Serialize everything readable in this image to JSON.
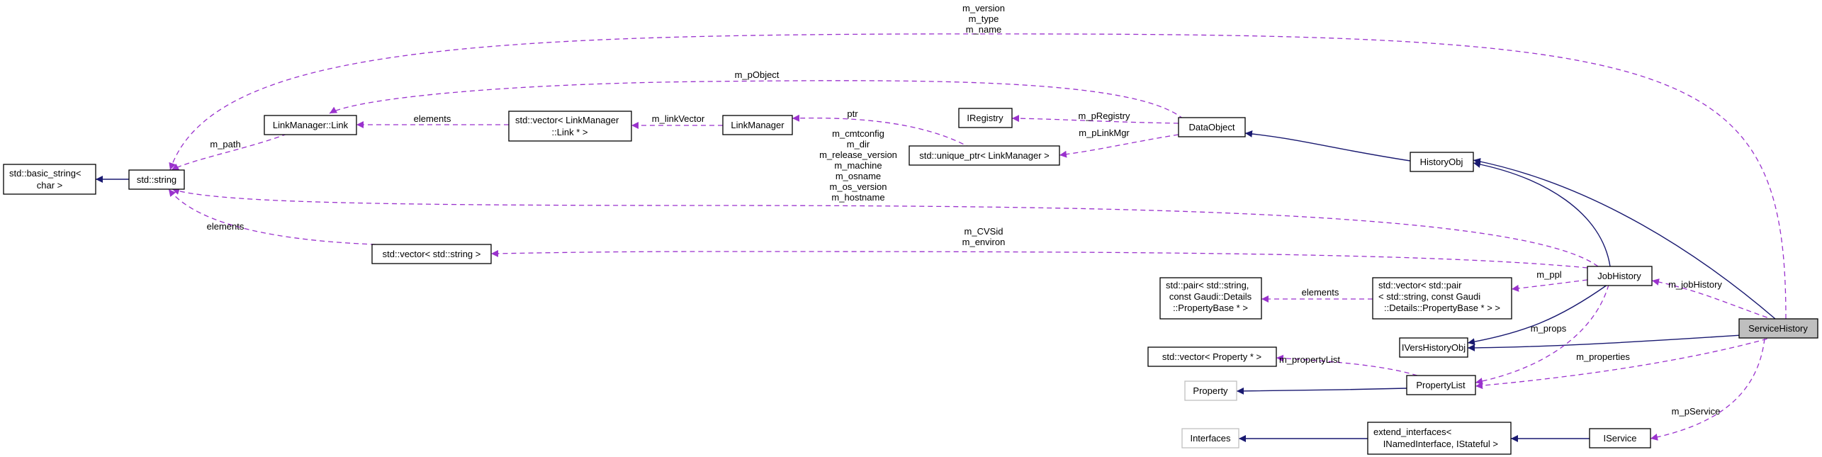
{
  "colors": {
    "inheritance": "#191970",
    "usage": "#9a32cd",
    "highlight_fill": "#bfbfbf",
    "faded_border": "#bfbfbf"
  },
  "nodes": {
    "basic_string": [
      "std::basic_string<",
      "char >"
    ],
    "std_string": [
      "std::string"
    ],
    "linkmanager_link": [
      "LinkManager::Link"
    ],
    "vector_link": [
      "std::vector< LinkManager",
      "::Link * >"
    ],
    "linkmanager": [
      "LinkManager"
    ],
    "unique_ptr": [
      "std::unique_ptr< LinkManager >"
    ],
    "iregistry": [
      "IRegistry"
    ],
    "dataobject": [
      "DataObject"
    ],
    "historyobj": [
      "HistoryObj"
    ],
    "vector_string": [
      "std::vector< std::string >"
    ],
    "pair": [
      "std::pair< std::string,",
      "const Gaudi::Details",
      "::PropertyBase * >"
    ],
    "vector_pair": [
      "std::vector< std::pair",
      "< std::string, const Gaudi",
      "::Details::PropertyBase * > >"
    ],
    "jobhistory": [
      "JobHistory"
    ],
    "iverhistoryobj": [
      "IVersHistoryObj"
    ],
    "vector_property": [
      "std::vector< Property * >"
    ],
    "property": [
      "Property"
    ],
    "propertylist": [
      "PropertyList"
    ],
    "interfaces": [
      "Interfaces"
    ],
    "extend_interfaces": [
      "extend_interfaces<",
      " INamedInterface, IStateful >"
    ],
    "iservice": [
      "IService"
    ],
    "servicehistory": [
      "ServiceHistory"
    ]
  },
  "edge_labels": {
    "service_to_string": [
      "m_version",
      "m_type",
      "m_name"
    ],
    "dataobject_to_link": [
      "m_pObject"
    ],
    "link_to_string": [
      "m_path"
    ],
    "vector_link_to_link": [
      "elements"
    ],
    "linkmanager_to_vector": [
      "m_linkVector"
    ],
    "unique_to_linkmanager": [
      "ptr"
    ],
    "dataobject_to_iregistry": [
      "m_pRegistry"
    ],
    "dataobject_to_unique": [
      "m_pLinkMgr"
    ],
    "job_to_string": [
      "m_cmtconfig",
      "m_dir",
      "m_release_version",
      "m_machine",
      "m_osname",
      "m_os_version",
      "m_hostname"
    ],
    "vector_string_to_string": [
      "elements"
    ],
    "job_to_vector_string": [
      "m_CVSid",
      "m_environ"
    ],
    "vector_pair_to_pair": [
      "elements"
    ],
    "job_to_vector_pair": [
      "m_ppl"
    ],
    "service_to_job": [
      "m_jobHistory"
    ],
    "job_to_propertylist": [
      "m_props"
    ],
    "propertylist_to_vector_property": [
      "m_propertyList"
    ],
    "service_to_propertylist": [
      "m_properties"
    ],
    "service_to_iservice": [
      "m_pService"
    ]
  }
}
